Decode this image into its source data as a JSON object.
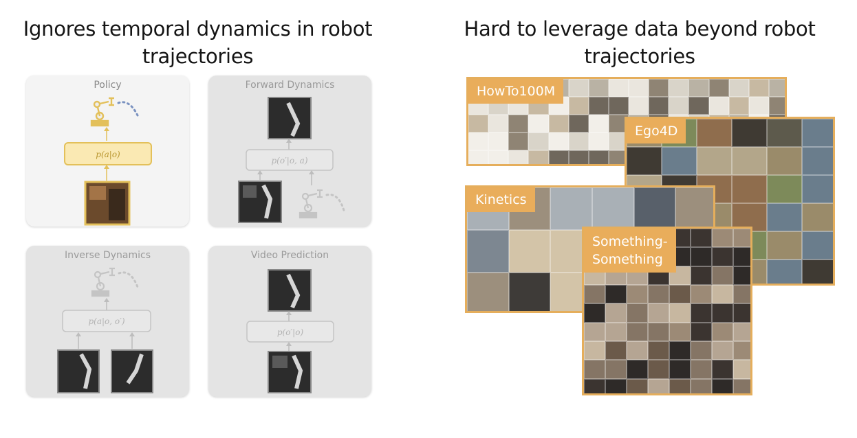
{
  "left_heading": "Ignores temporal dynamics in robot trajectories",
  "right_heading": "Hard to leverage data beyond robot trajectories",
  "panels": [
    {
      "title": "Policy",
      "formula": "p(a|o)"
    },
    {
      "title": "Forward Dynamics",
      "formula": "p(o′|o, a)"
    },
    {
      "title": "Inverse Dynamics",
      "formula": "p(a|o, o′)"
    },
    {
      "title": "Video Prediction",
      "formula": "p(o′|o)"
    }
  ],
  "datasets": [
    {
      "label": "HowTo100M"
    },
    {
      "label": "Ego4D"
    },
    {
      "label": "Kinetics"
    },
    {
      "label": "Something-\nSomething"
    }
  ],
  "colors": {
    "accent": "#e9ad5b",
    "active_formula": "#b8952e",
    "muted": "#b3b3b3"
  },
  "icons": [
    "robot-arm-icon",
    "robot-camera-frame-icon"
  ]
}
